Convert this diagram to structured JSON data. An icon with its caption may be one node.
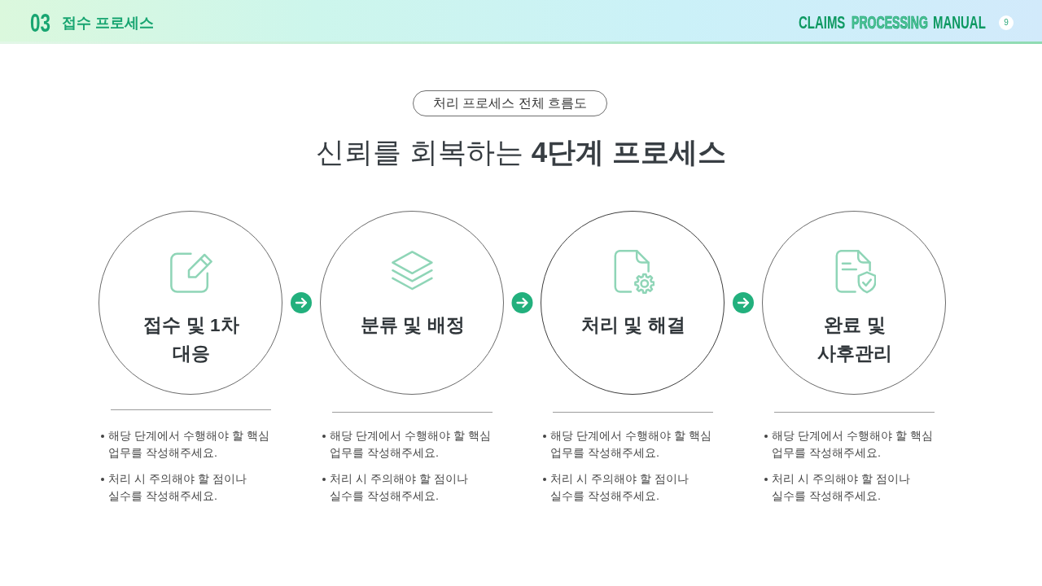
{
  "diagram": {
    "title": "신뢰를 회복하는 **4단계 프로세스**",
    "nodes": [
      {
        "text": [
          "처리 프로세스 전체 흐름도"
        ]
      },
      {
        "text": [
          "접수 및 1차 대응"
        ],
        "beside": [
          "해당 단계에서 수행해야 할 핵심 업무를 작성해주세요.",
          "처리 시 주의해야 할 점이나 실수를 작성해주세요."
        ]
      },
      {
        "text": [
          "분류 및 배정"
        ],
        "beside": [
          "해당 단계에서 수행해야 할 핵심 업무를 작성해주세요.",
          "처리 시 주의해야 할 점이나 실수를 작성해주세요."
        ]
      },
      {
        "text": [
          "처리 및 해결"
        ],
        "beside": [
          "해당 단계에서 수행해야 할 핵심 업무를 작성해주세요.",
          "처리 시 주의해야 할 점이나 실수를 작성해주세요."
        ]
      },
      {
        "text": [
          "완료 및 사후관리"
        ],
        "beside": [
          "해당 단계에서 수행해야 할 핵심 업무를 작성해주세요.",
          "처리 시 주의해야 할 점이나 실수를 작성해주세요."
        ]
      }
    ],
    "edges": [
      {
        "from": 1,
        "to": 2,
        "arrow": "to"
      },
      {
        "from": 2,
        "to": 3,
        "arrow": "to"
      },
      {
        "from": 3,
        "to": 4,
        "arrow": "to"
      }
    ],
    "labels": [
      "03",
      "접수 프로세스",
      "CLAIMS",
      "PROCESSING",
      "MANUAL",
      "9"
    ]
  }
}
